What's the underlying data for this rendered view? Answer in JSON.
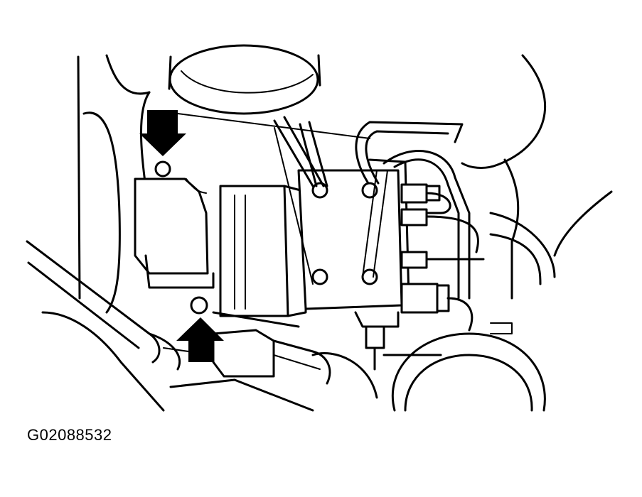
{
  "figure": {
    "code": "G02088532"
  },
  "colors": {
    "line": "#000000",
    "background": "#ffffff"
  },
  "annotations": {
    "arrow_top": "arrow-down",
    "arrow_bottom": "arrow-up"
  }
}
